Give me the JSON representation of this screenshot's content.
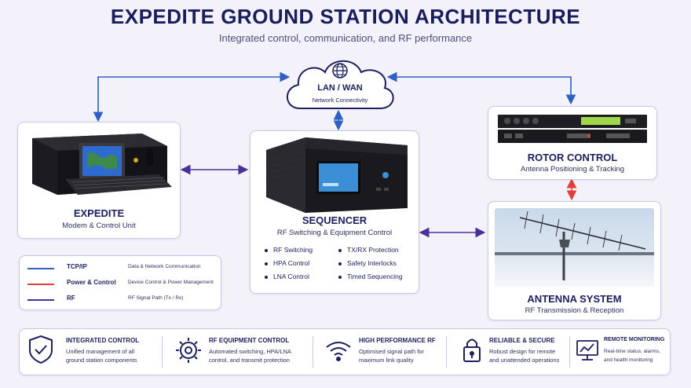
{
  "header": {
    "title": "EXPEDITE GROUND STATION ARCHITECTURE",
    "subtitle": "Integrated control, communication, and RF performance"
  },
  "network": {
    "title": "LAN / WAN",
    "subtitle": "Network Connectivity",
    "icon": "globe-icon"
  },
  "expedite": {
    "title": "EXPEDITE",
    "subtitle": "Modem & Control Unit"
  },
  "sequencer": {
    "title": "SEQUENCER",
    "subtitle": "RF Switching & Equipment Control",
    "features_left": [
      "RF Switching",
      "HPA Control",
      "LNA Control"
    ],
    "features_right": [
      "TX/RX Protection",
      "Safety Interlocks",
      "Timed Sequencing"
    ]
  },
  "rotor": {
    "title": "ROTOR CONTROL",
    "subtitle": "Antenna Positioning & Tracking"
  },
  "antenna": {
    "title": "ANTENNA SYSTEM",
    "subtitle": "RF Transmission & Reception"
  },
  "legend": [
    {
      "label": "TCP/IP",
      "desc": "Data & Network Communication",
      "color": "#2d5fc4"
    },
    {
      "label": "Power & Control",
      "desc": "Device Control & Power Management",
      "color": "#e0403a"
    },
    {
      "label": "RF",
      "desc": "RF Signal Path (Tx / Rx)",
      "color": "#4a2f9c"
    }
  ],
  "bottom": [
    {
      "title": "INTEGRATED CONTROL",
      "desc": [
        "Unified management of all",
        "ground station components"
      ],
      "icon": "shield-check-icon"
    },
    {
      "title": "RF EQUIPMENT CONTROL",
      "desc": [
        "Automated switching, HPA/LNA",
        "control, and transmit protection"
      ],
      "icon": "gear-icon"
    },
    {
      "title": "HIGH PERFORMANCE RF",
      "desc": [
        "Optimised signal path for",
        "maximum link quality"
      ],
      "icon": "wifi-icon"
    },
    {
      "title": "RELIABLE & SECURE",
      "desc": [
        "Robust design for remote",
        "and unattended operations"
      ],
      "icon": "lock-icon"
    },
    {
      "title": "REMOTE MONITORING",
      "desc": [
        "Real-time status, alarms,",
        "and health monitoring"
      ],
      "icon": "monitor-chart-icon"
    }
  ],
  "colors": {
    "tcpip": "#2d5fc4",
    "power": "#e0403a",
    "rf": "#4a2f9c",
    "navy": "#1b1f5e"
  }
}
